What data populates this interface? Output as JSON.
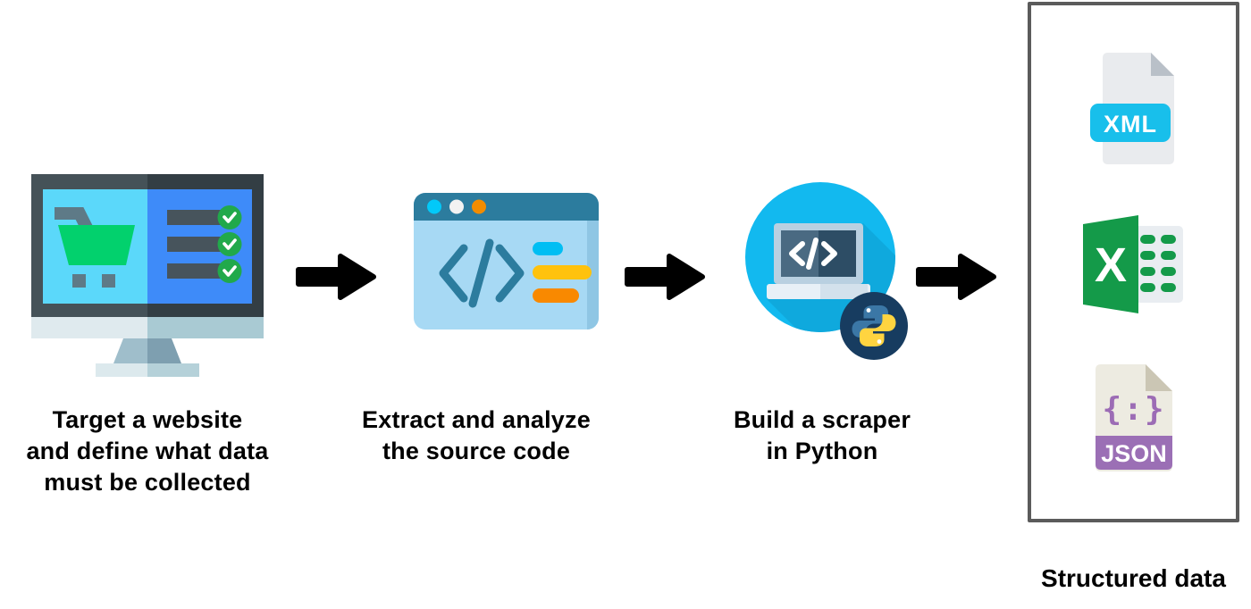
{
  "diagram": {
    "background": "#ffffff",
    "steps": [
      {
        "name": "target-website",
        "icon": "monitor-shopping-cart-icon",
        "caption": [
          "Target a website",
          "and define what data",
          "must be collected"
        ]
      },
      {
        "name": "extract-source",
        "icon": "browser-code-icon",
        "caption": [
          "Extract and analyze",
          "the source code"
        ]
      },
      {
        "name": "build-scraper",
        "icon": "python-laptop-icon",
        "caption": [
          "Build a scraper",
          "in Python"
        ]
      }
    ],
    "arrow_color": "#000000",
    "output": {
      "caption": "Structured data",
      "files": [
        {
          "name": "xml-file",
          "label": "XML",
          "accent": "#18BFEB"
        },
        {
          "name": "excel-spreadsheet",
          "label": "X",
          "accent": "#149A49"
        },
        {
          "name": "json-file",
          "label": "JSON",
          "glyph": "{:}",
          "accent": "#9B6FB5"
        }
      ]
    },
    "palette": {
      "screen_cyan": "#5BD8FA",
      "screen_blue": "#3E8BF9",
      "cart_green": "#02D16D",
      "check_green": "#21A94B",
      "browser_teal": "#2C7C9E",
      "browser_body": "#A7D9F4",
      "bar_cyan": "#00BEF3",
      "bar_yellow": "#FFC20D",
      "bar_orange": "#F98900",
      "python_circle": "#12B9EF",
      "python_blue": "#3B77A6",
      "python_yellow": "#FFD440",
      "panel_border": "#5B5B5B"
    }
  }
}
